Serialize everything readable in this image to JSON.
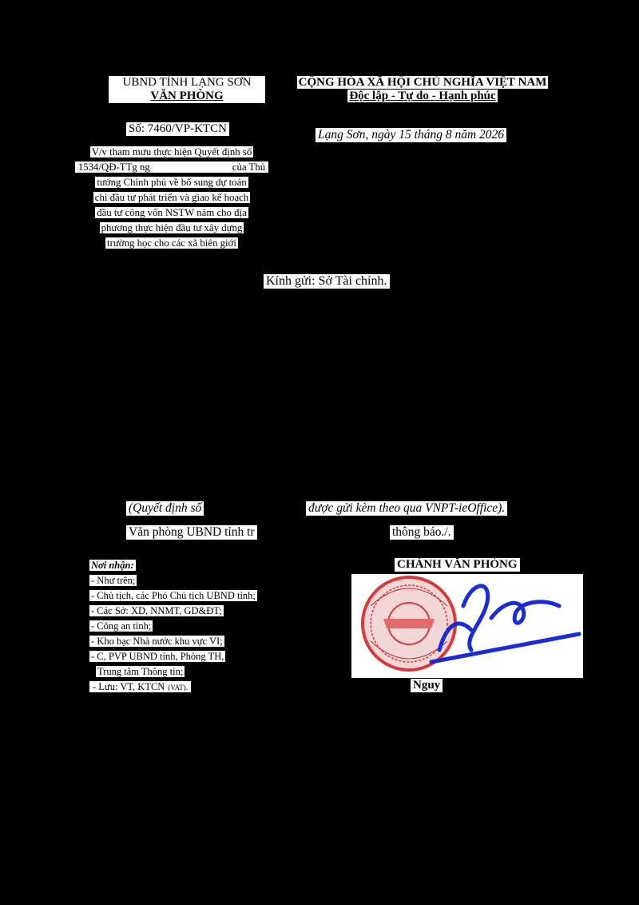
{
  "header": {
    "agency_line1": "UBND TỈNH LẠNG SƠN",
    "agency_line2": "VĂN PHÒNG",
    "national_line1": "CỘNG HÒA XÃ HỘI CHỦ NGHĨA VIỆT NAM",
    "national_line2": "Độc lập - Tự do - Hạnh phúc",
    "doc_number": "Số: 7460/VP-KTCN",
    "dateline": "Lạng Sơn, ngày 15   tháng 8 năm 2026"
  },
  "subject": {
    "line1": "V/v tham mưu thực hiện Quyết định số",
    "line2_before": "1534/QĐ-TTg ng",
    "line2_after": "của Thủ",
    "line3": "tướng Chính phủ về bổ sung dự toán",
    "line4": "chi đầu tư phát triển và giao kế hoạch",
    "line5": "đầu tư công vốn NSTW năm cho địa",
    "line6": "phương thực hiện đầu tư xây dựng",
    "line7": "trường học cho các xã biên giới"
  },
  "recipient": "Kính gửi: Sở Tài chính.",
  "body": {
    "attach_left": "(Quyết định số",
    "attach_right": "được gửi kèm theo qua VNPT-ieOffice).",
    "office_left": "Văn phòng UBND tỉnh tr",
    "office_right": "thông báo./."
  },
  "recipients": {
    "heading": "Nơi nhận:",
    "items": [
      "- Như trên;",
      "- Chủ tịch, các Phó Chủ tịch UBND tỉnh;",
      "- Các Sở: XD, NNMT, GD&ĐT;",
      "- Công an tỉnh;",
      "- Kho bạc Nhà nước khu vực VI;",
      "- C, PVP UBND tỉnh, Phòng TH,",
      "Trung tâm Thông tin;"
    ],
    "last_item_main": "- Lưu: VT, KTCN",
    "last_item_small": "(VAT)."
  },
  "signer": {
    "title": "CHÁNH VĂN PHÒNG",
    "name": "Nguy"
  },
  "colors": {
    "stamp_red": "#d63a3a",
    "signature_blue": "#1a2bd8",
    "background": "#000000",
    "text_box": "#ffffff"
  }
}
